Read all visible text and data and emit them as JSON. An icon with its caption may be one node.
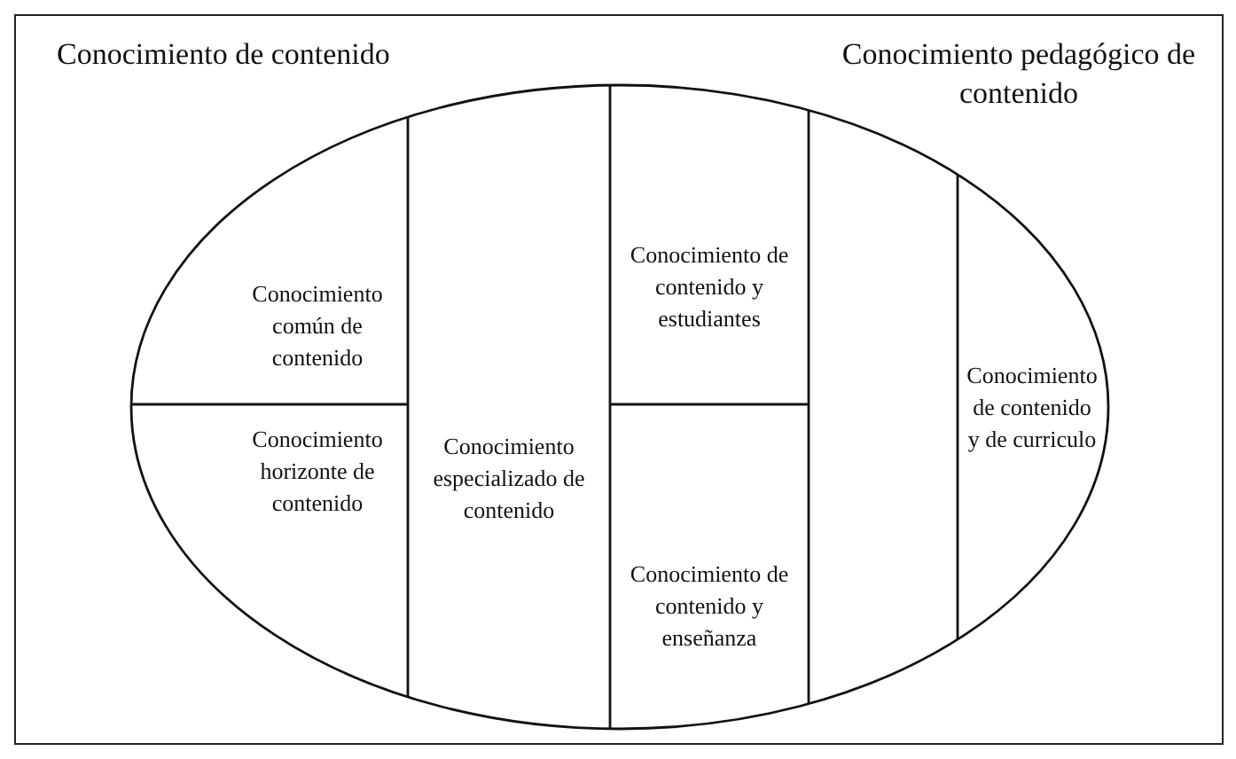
{
  "diagram": {
    "nodes": [
      {
        "text": [],
        "shape": "ellipse"
      },
      {
        "text": [
          "Conocimiento común de contenido"
        ],
        "in": 0
      },
      {
        "text": [
          "Conocimiento horizonte de contenido"
        ],
        "in": 0
      },
      {
        "text": [
          "Conocimiento especializado de contenido"
        ],
        "in": 0
      },
      {
        "text": [
          "Conocimiento de contenido y estudiantes"
        ],
        "in": 0
      },
      {
        "text": [
          "Conocimiento de contenido y enseñanza"
        ],
        "in": 0
      },
      {
        "text": [
          "Conocimiento de contenido y de curriculo"
        ],
        "in": 0
      }
    ],
    "labels": [
      "Conocimiento de contenido",
      "Conocimiento pedagógico de contenido"
    ]
  }
}
